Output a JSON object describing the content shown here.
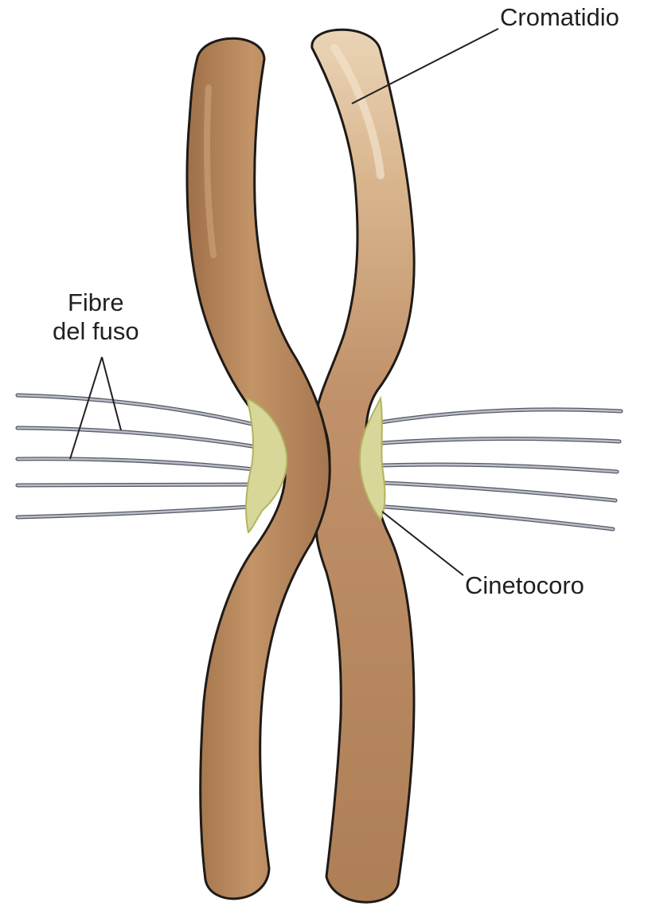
{
  "labels": {
    "chromatid": "Cromatidio",
    "spindle_fibers_line1": "Fibre",
    "spindle_fibers_line2": "del fuso",
    "kinetochore": "Cinetocoro"
  },
  "colors": {
    "chromatid_fill": "#b8875c",
    "chromatid_highlight": "#e2c7a3",
    "chromatid_outline": "#1e1a17",
    "kinetochore_fill": "#d7d79a",
    "kinetochore_edge": "#b3b45e",
    "fiber": "#a7aab3",
    "fiber_edge": "#555a66",
    "text": "#231f20"
  }
}
